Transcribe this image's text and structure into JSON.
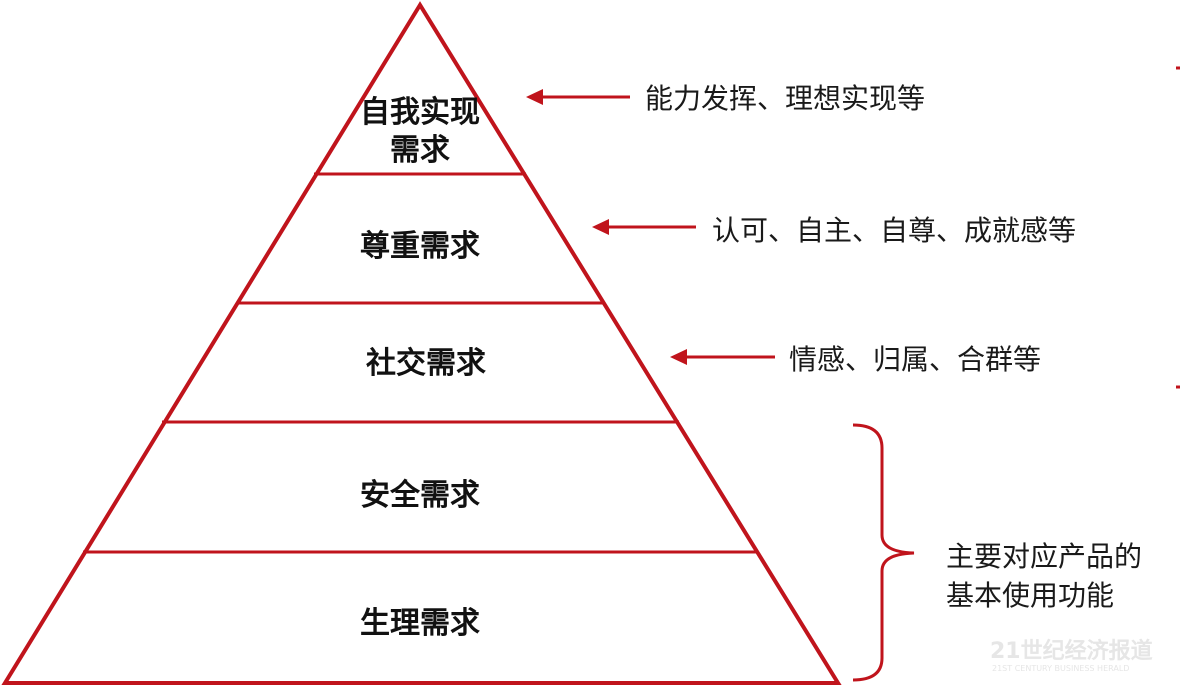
{
  "colors": {
    "line": "#c0141c",
    "text": "#111111",
    "watermark": "#e6e6e6"
  },
  "pyramid": {
    "levels": [
      {
        "label_lines": [
          "自我实现",
          "需求"
        ]
      },
      {
        "label_lines": [
          "尊重需求"
        ]
      },
      {
        "label_lines": [
          "社交需求"
        ]
      },
      {
        "label_lines": [
          "安全需求"
        ]
      },
      {
        "label_lines": [
          "生理需求"
        ]
      }
    ]
  },
  "annotations": [
    {
      "text": "能力发挥、理想实现等"
    },
    {
      "text": "认可、自主、自尊、成就感等"
    },
    {
      "text": "情感、归属、合群等"
    }
  ],
  "bracket_note": {
    "lines": [
      "主要对应产品的",
      "基本使用功能"
    ]
  },
  "watermark": {
    "title": "21世纪经济报道",
    "subtitle": "21ST CENTURY BUSINESS HERALD"
  }
}
